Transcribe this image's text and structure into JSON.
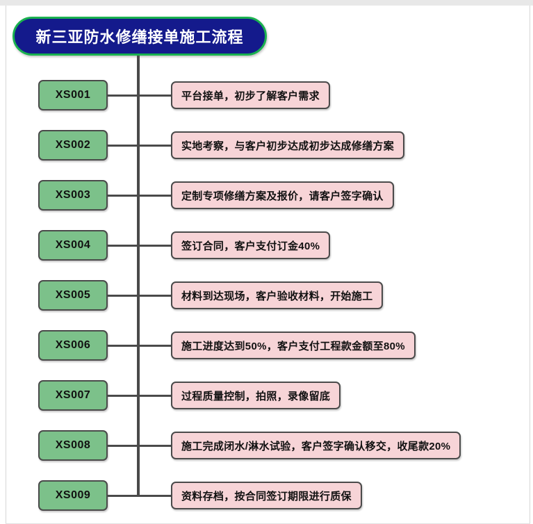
{
  "diagram": {
    "title": "新三亚防水修缮接单施工流程",
    "colors": {
      "title_fill": "#141a8c",
      "title_border": "#1ab14f",
      "title_text": "#ffffff",
      "code_fill": "#7cc18a",
      "code_border": "#4a4a4a",
      "step_fill": "#f7d4d7",
      "step_border": "#4a4a4a",
      "connector": "#4a4a4a",
      "canvas": "#ffffff"
    },
    "steps": [
      {
        "code": "XS001",
        "text": "平台接单，初步了解客户需求"
      },
      {
        "code": "XS002",
        "text": "实地考察，与客户初步达成初步达成修缮方案"
      },
      {
        "code": "XS003",
        "text": "定制专项修缮方案及报价，请客户签字确认"
      },
      {
        "code": "XS004",
        "text": "签订合同，客户支付订金40%"
      },
      {
        "code": "XS005",
        "text": "材料到达现场，客户验收材料，开始施工"
      },
      {
        "code": "XS006",
        "text": "施工进度达到50%，客户支付工程款金额至80%"
      },
      {
        "code": "XS007",
        "text": "过程质量控制，拍照，录像留底"
      },
      {
        "code": "XS008",
        "text": "施工完成闭水/淋水试验，客户签字确认移交，收尾款20%"
      },
      {
        "code": "XS009",
        "text": "资料存档，按合同签订期限进行质保"
      }
    ]
  }
}
